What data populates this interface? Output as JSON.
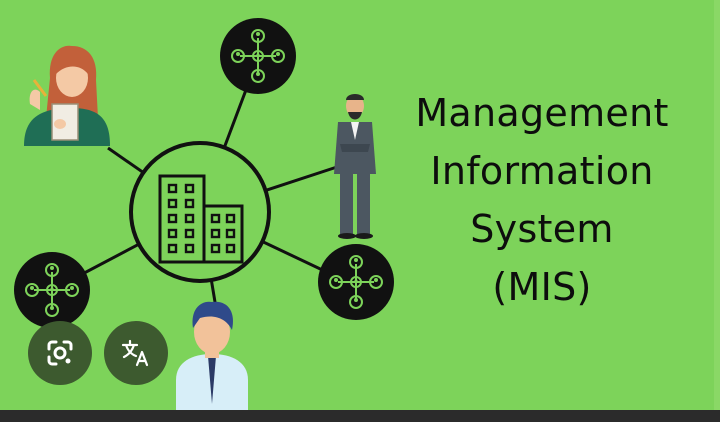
{
  "title": {
    "line1": "Management",
    "line2": "Information",
    "line3": "System",
    "line4": "(MIS)"
  },
  "icons": {
    "center": "office-building-icon",
    "network": "team-network-icon",
    "lens": "google-lens-icon",
    "translate": "translate-icon"
  },
  "colors": {
    "background": "#7dd35a",
    "line": "#111111",
    "node_fill": "#111111",
    "node_icon": "#7dd35a",
    "overlay_button": "#3d5a2f"
  }
}
